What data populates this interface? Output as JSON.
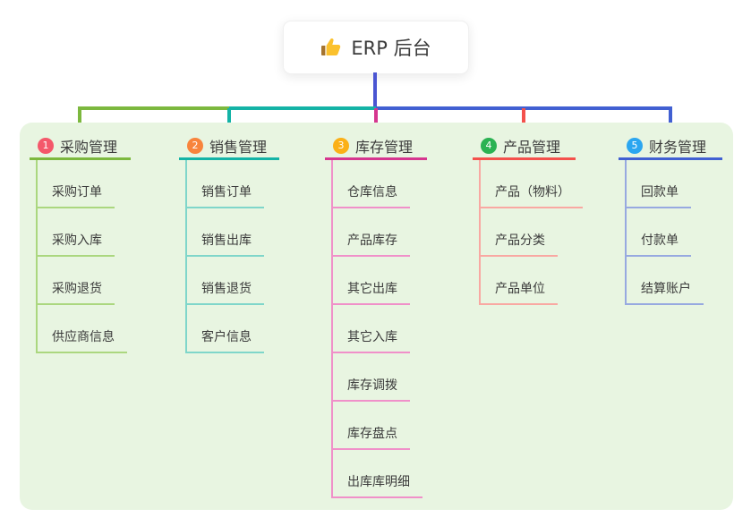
{
  "root": {
    "icon": "thumbs-up-icon",
    "title": "ERP 后台"
  },
  "panel": {
    "background": "#e8f5e1"
  },
  "connector_colors": {
    "root_line": "#4a55d2",
    "bus_left": "#7cb83e",
    "bus_mid": "#14b3a6",
    "bus_right": "#4160d2"
  },
  "branches": [
    {
      "number": "1",
      "label": "采购管理",
      "color": "#7cb83e",
      "light_color": "#abd77f",
      "badge_color": "#f4586b",
      "items": [
        "采购订单",
        "采购入库",
        "采购退货",
        "供应商信息"
      ]
    },
    {
      "number": "2",
      "label": "销售管理",
      "color": "#14b3a6",
      "light_color": "#7fd6ca",
      "badge_color": "#f8843c",
      "items": [
        "销售订单",
        "销售出库",
        "销售退货",
        "客户信息"
      ]
    },
    {
      "number": "3",
      "label": "库存管理",
      "color": "#d6368f",
      "light_color": "#f090c9",
      "badge_color": "#fbb017",
      "items": [
        "仓库信息",
        "产品库存",
        "其它出库",
        "其它入库",
        "库存调拨",
        "库存盘点",
        "出库库明细"
      ]
    },
    {
      "number": "4",
      "label": "产品管理",
      "color": "#f4514c",
      "light_color": "#f9a8a2",
      "badge_color": "#2bb253",
      "items": [
        "产品（物料）",
        "产品分类",
        "产品单位"
      ]
    },
    {
      "number": "5",
      "label": "财务管理",
      "color": "#4160d2",
      "light_color": "#97a9e0",
      "badge_color": "#2ba6f0",
      "items": [
        "回款单",
        "付款单",
        "结算账户"
      ]
    }
  ]
}
